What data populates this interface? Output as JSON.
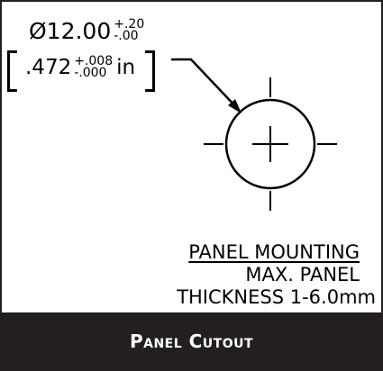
{
  "dimension": {
    "nominal": "Ø12.00",
    "tol_upper": "+.20",
    "tol_lower": "-.00",
    "inch_nominal": ".472",
    "inch_tol_upper": "+.008",
    "inch_tol_lower": "-.000",
    "inch_unit": "in"
  },
  "notes": {
    "title": "PANEL MOUNTING",
    "line1": "MAX. PANEL",
    "line2": "THICKNESS 1-6.0mm"
  },
  "footer": {
    "label": "Panel Cutout",
    "background": "#231f20"
  }
}
